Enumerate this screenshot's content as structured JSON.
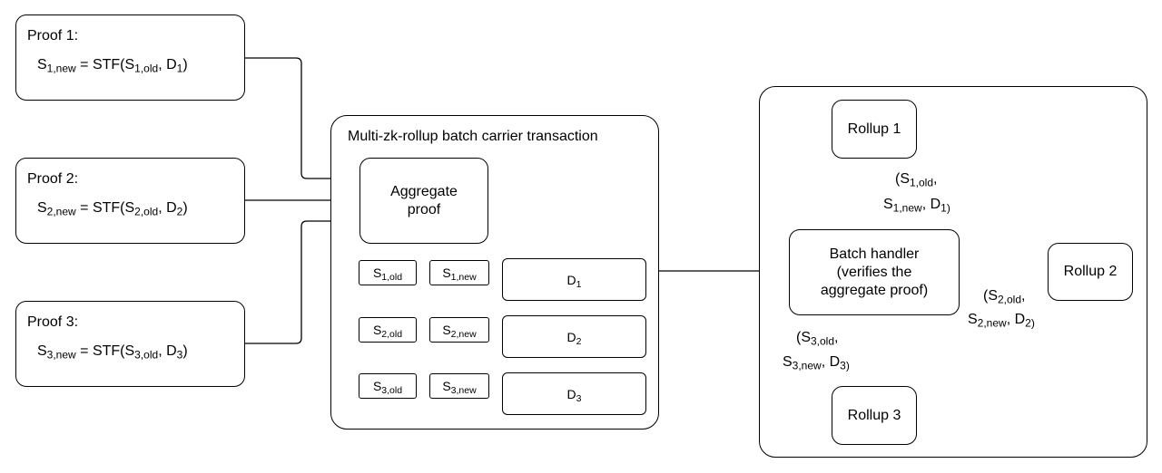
{
  "proofs": [
    {
      "title": "Proof 1:",
      "formula": {
        "s": "S",
        "new_sub": "1,new",
        "eq": " = STF(S",
        "old_sub": "1,old",
        "sep": ", D",
        "d_sub": "1",
        "close": ")"
      }
    },
    {
      "title": "Proof 2:",
      "formula": {
        "s": "S",
        "new_sub": "2,new",
        "eq": " = STF(S",
        "old_sub": "2,old",
        "sep": ", D",
        "d_sub": "2",
        "close": ")"
      }
    },
    {
      "title": "Proof 3:",
      "formula": {
        "s": "S",
        "new_sub": "3,new",
        "eq": " = STF(S",
        "old_sub": "3,old",
        "sep": ", D",
        "d_sub": "3",
        "close": ")"
      }
    }
  ],
  "carrier": {
    "title": "Multi-zk-rollup batch carrier transaction",
    "aggregate_line1": "Aggregate",
    "aggregate_line2": "proof",
    "rows": [
      {
        "old_sub": "1,old",
        "new_sub": "1,new",
        "d_sub": "1"
      },
      {
        "old_sub": "2,old",
        "new_sub": "2,new",
        "d_sub": "2"
      },
      {
        "old_sub": "3,old",
        "new_sub": "3,new",
        "d_sub": "3"
      }
    ],
    "s_letter": "S",
    "d_letter": "D"
  },
  "handler": {
    "line1": "Batch handler",
    "line2": "(verifies the",
    "line3": "aggregate proof)"
  },
  "rollups": [
    "Rollup 1",
    "Rollup 2",
    "Rollup 3"
  ],
  "edge_labels": [
    {
      "open": "(S",
      "old_sub": "1,old",
      "comma1": ",",
      "s2": "S",
      "new_sub": "1,new",
      "sep": ", D",
      "d_sub": "1)"
    },
    {
      "open": "(S",
      "old_sub": "2,old",
      "comma1": ",",
      "s2": "S",
      "new_sub": "2,new",
      "sep": ", D",
      "d_sub": "2)"
    },
    {
      "open": "(S",
      "old_sub": "3,old",
      "comma1": ",",
      "s2": "S",
      "new_sub": "3,new",
      "sep": ", D",
      "d_sub": "3)"
    }
  ]
}
